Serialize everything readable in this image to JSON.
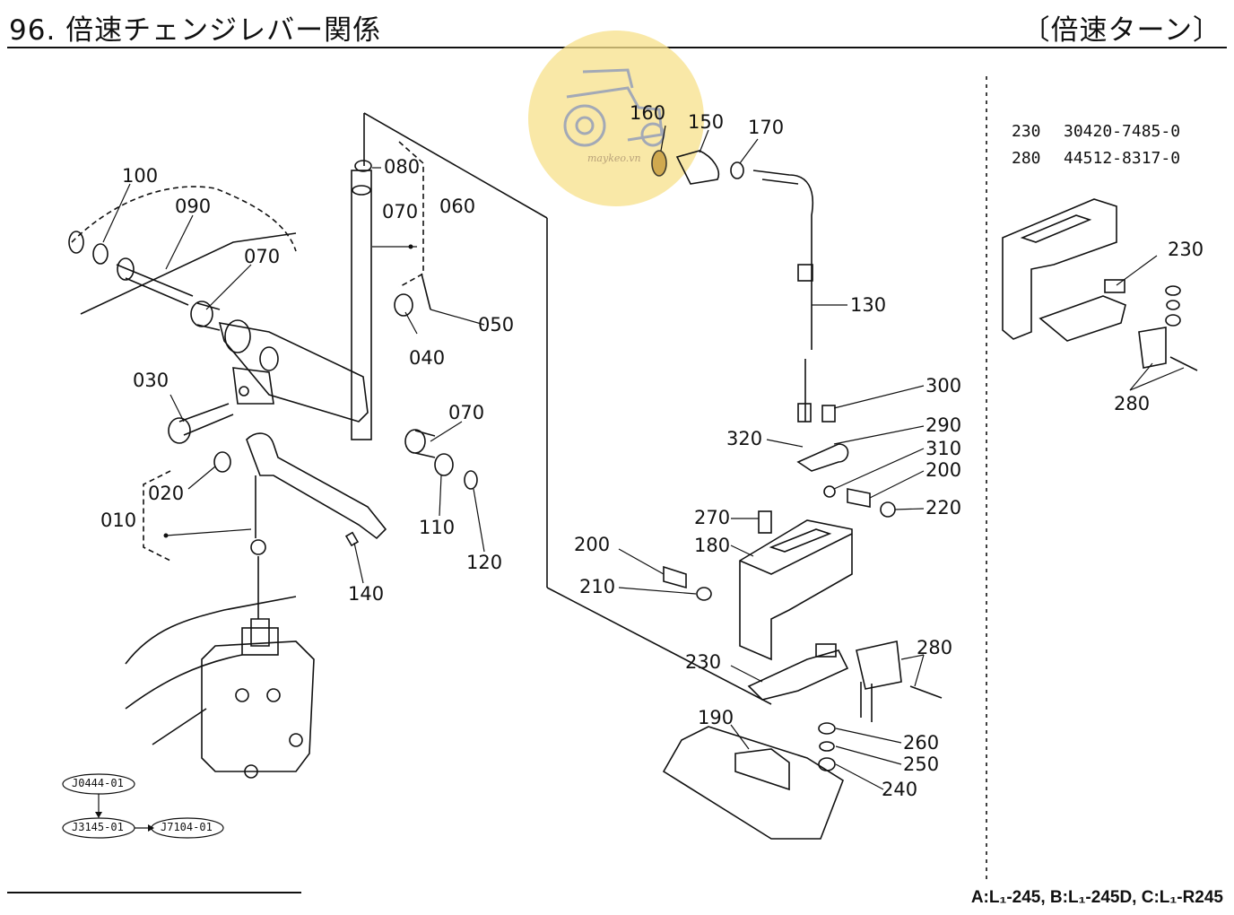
{
  "header": {
    "title": "96. 倍速チェンジレバー関係",
    "section": "〔倍速ターン〕"
  },
  "footer": {
    "models": "A:L₁-245,  B:L₁-245D,  C:L₁-R245"
  },
  "watermark": {
    "text": "maykeo.vn",
    "color": "#f7e08a"
  },
  "parts_reference": [
    {
      "no": "230",
      "code": "30420-7485-0"
    },
    {
      "no": "280",
      "code": "44512-8317-0"
    }
  ],
  "callouts": {
    "p100": "100",
    "p090": "090",
    "p070a": "070",
    "p030": "030",
    "p020": "020",
    "p010": "010",
    "p080": "080",
    "p070b": "070",
    "p060": "060",
    "p040": "040",
    "p050": "050",
    "p070c": "070",
    "p110": "110",
    "p120": "120",
    "p140": "140",
    "p160": "160",
    "p150": "150",
    "p170": "170",
    "p130": "130",
    "p300": "300",
    "p320": "320",
    "p290": "290",
    "p310": "310",
    "p200a": "200",
    "p220": "220",
    "p270": "270",
    "p180": "180",
    "p200b": "200",
    "p210": "210",
    "p230": "230",
    "p280": "280",
    "p190": "190",
    "p260": "260",
    "p250": "250",
    "p240": "240",
    "inset230": "230",
    "inset280": "280"
  },
  "cross_refs": [
    "J0444-01",
    "J3145-01",
    "J7104-01"
  ]
}
